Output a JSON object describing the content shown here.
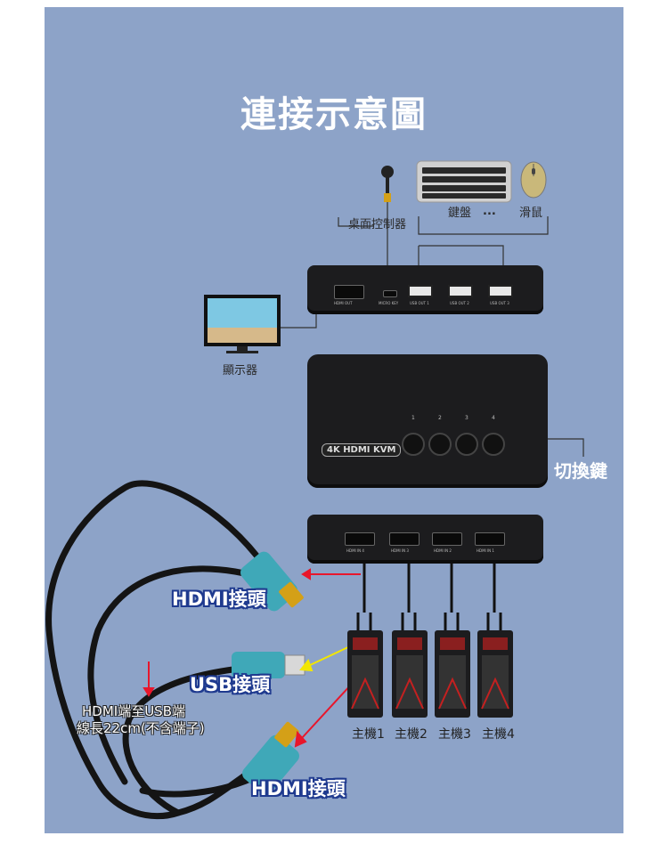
{
  "title": "連接示意圖",
  "devices": {
    "desktop_controller_label": "桌面控制器",
    "keyboard_label": "鍵盤",
    "ellipsis": "...",
    "mouse_label": "滑鼠",
    "monitor_label": "顯示器",
    "switch_button_label": "切換鍵"
  },
  "kvm_top": {
    "port_labels": [
      "HDMI OUT",
      "MICRO KEY",
      "USB OUT 1",
      "USB OUT 2",
      "USB OUT 3"
    ]
  },
  "kvm_front": {
    "brand_label": "4K HDMI KVM",
    "button_numbers": [
      "1",
      "2",
      "3",
      "4"
    ]
  },
  "kvm_back": {
    "port_labels": [
      "HDMI IN 4",
      "HDMI IN 3",
      "HDMI IN 2",
      "HDMI IN 1"
    ]
  },
  "cable": {
    "hdmi_label_top": "HDMI接頭",
    "usb_label": "USB接頭",
    "note_line1": "HDMI端至USB端",
    "note_line2": "線長22cm(不含端子)",
    "hdmi_label_bottom": "HDMI接頭"
  },
  "hosts": {
    "names": [
      "主機1",
      "主機2",
      "主機3",
      "主機4"
    ]
  },
  "colors": {
    "background": "#8da3c8",
    "arrow_red": "#e8162b",
    "arrow_yellow": "#f2e600",
    "label_outline": "#1f3a8f"
  }
}
